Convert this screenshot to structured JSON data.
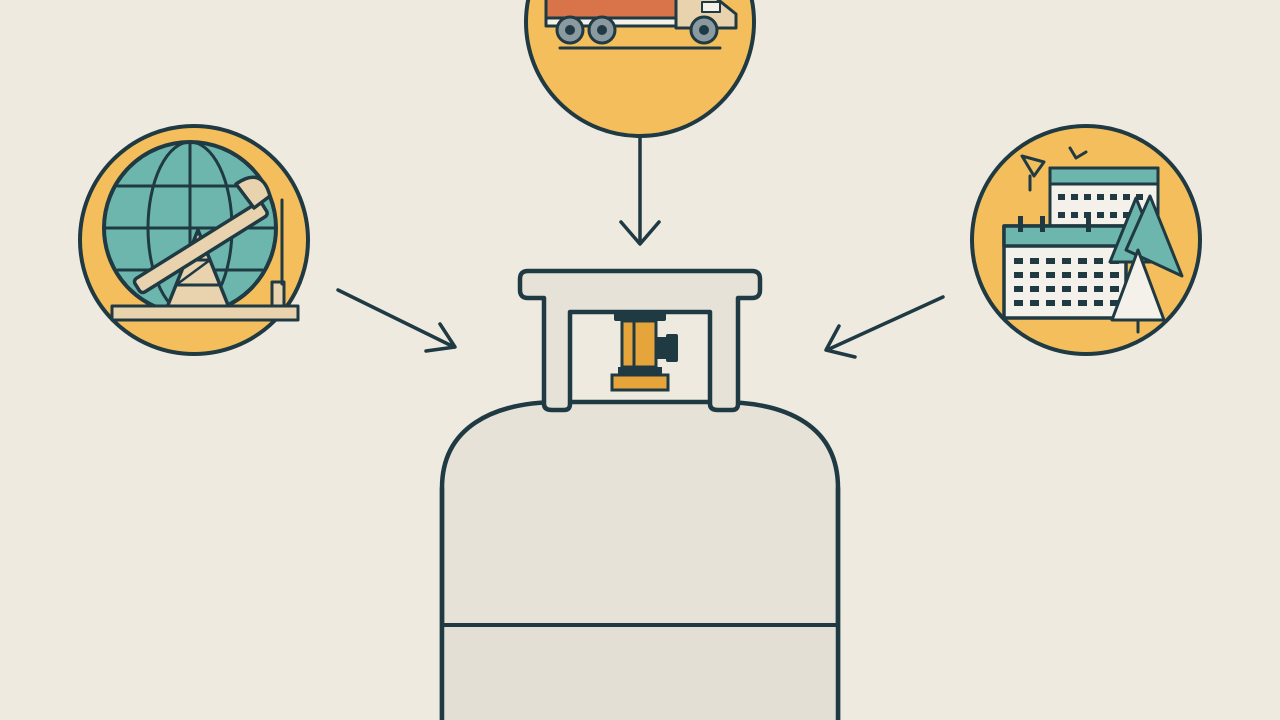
{
  "diagram": {
    "colors": {
      "background": "#EEEAE0",
      "outline": "#1F3A42",
      "badge_fill": "#F4BE5C",
      "teal": "#6DB6AE",
      "orange": "#D9734A",
      "cylinder_fill": "#E6E2D8",
      "cylinder_band": "#E3DFD5",
      "valve": "#E6A53A",
      "tan": "#E8D3AE",
      "white": "#F3F1EA"
    },
    "nodes": [
      {
        "id": "transport",
        "icon": "delivery-truck-icon"
      },
      {
        "id": "extraction",
        "icon": "globe-oil-pump-icon"
      },
      {
        "id": "season",
        "icon": "calendar-pine-trees-icon"
      }
    ],
    "target": {
      "id": "gas-cylinder",
      "icon": "propane-tank-icon"
    },
    "edges": [
      {
        "from": "transport",
        "to": "gas-cylinder"
      },
      {
        "from": "extraction",
        "to": "gas-cylinder"
      },
      {
        "from": "season",
        "to": "gas-cylinder"
      }
    ]
  }
}
